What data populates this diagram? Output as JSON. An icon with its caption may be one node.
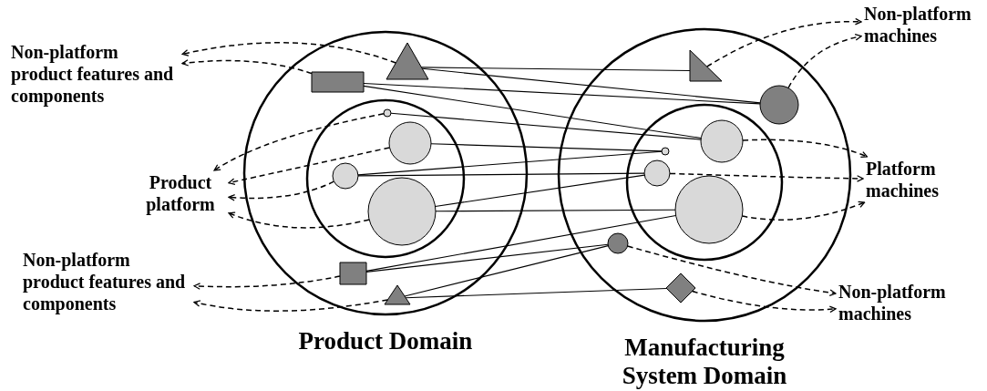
{
  "diagram": {
    "nodes": [
      {
        "text": [
          "Product Domain"
        ]
      },
      {
        "text": [],
        "shape": "circle",
        "in": 0
      },
      {
        "text": [],
        "shape": "triangle",
        "in": 0
      },
      {
        "text": [],
        "shape": "box",
        "in": 0
      },
      {
        "text": [],
        "shape": "circle",
        "in": 1
      },
      {
        "text": [],
        "shape": "circle",
        "in": 1
      },
      {
        "text": [],
        "shape": "circle",
        "in": 1
      },
      {
        "text": [],
        "shape": "circle",
        "in": 1
      },
      {
        "text": [],
        "shape": "box",
        "in": 0
      },
      {
        "text": [],
        "shape": "triangle",
        "in": 0
      },
      {
        "text": [
          "Manufacturing System Domain"
        ]
      },
      {
        "text": [],
        "shape": "circle",
        "in": 10
      },
      {
        "text": [],
        "shape": "triangle",
        "in": 10
      },
      {
        "text": [],
        "shape": "circle",
        "in": 10
      },
      {
        "text": [],
        "shape": "circle",
        "in": 11
      },
      {
        "text": [],
        "shape": "circle",
        "in": 11
      },
      {
        "text": [],
        "shape": "circle",
        "in": 11
      },
      {
        "text": [],
        "shape": "circle",
        "in": 11
      },
      {
        "text": [],
        "shape": "circle",
        "in": 10
      },
      {
        "text": [],
        "shape": "diamond",
        "in": 10
      },
      {
        "text": [
          "Non-platform product features and components"
        ]
      },
      {
        "text": [
          "Product platform"
        ]
      },
      {
        "text": [
          "Non-platform product features and components"
        ]
      },
      {
        "text": [
          "Non-platform machines"
        ]
      },
      {
        "text": [
          "Platform machines"
        ]
      },
      {
        "text": [
          "Non-platform machines"
        ]
      }
    ],
    "edges": [
      {
        "from": 2,
        "to": 12,
        "arrow": "none"
      },
      {
        "from": 2,
        "to": 13,
        "arrow": "none"
      },
      {
        "from": 3,
        "to": 13,
        "arrow": "none"
      },
      {
        "from": 3,
        "to": 14,
        "arrow": "none"
      },
      {
        "from": 4,
        "to": 14,
        "arrow": "none"
      },
      {
        "from": 5,
        "to": 15,
        "arrow": "none"
      },
      {
        "from": 6,
        "to": 15,
        "arrow": "none"
      },
      {
        "from": 6,
        "to": 16,
        "arrow": "none"
      },
      {
        "from": 7,
        "to": 16,
        "arrow": "none"
      },
      {
        "from": 7,
        "to": 17,
        "arrow": "none"
      },
      {
        "from": 8,
        "to": 17,
        "arrow": "none"
      },
      {
        "from": 8,
        "to": 18,
        "arrow": "none"
      },
      {
        "from": 9,
        "to": 18,
        "arrow": "none"
      },
      {
        "from": 9,
        "to": 19,
        "arrow": "none"
      },
      {
        "from": 2,
        "to": 20,
        "arrow": "to",
        "style": "dashed"
      },
      {
        "from": 3,
        "to": 20,
        "arrow": "to",
        "style": "dashed"
      },
      {
        "from": 4,
        "to": 21,
        "arrow": "to",
        "style": "dashed"
      },
      {
        "from": 5,
        "to": 21,
        "arrow": "to",
        "style": "dashed"
      },
      {
        "from": 6,
        "to": 21,
        "arrow": "to",
        "style": "dashed"
      },
      {
        "from": 7,
        "to": 21,
        "arrow": "to",
        "style": "dashed"
      },
      {
        "from": 8,
        "to": 22,
        "arrow": "to",
        "style": "dashed"
      },
      {
        "from": 9,
        "to": 22,
        "arrow": "to",
        "style": "dashed"
      },
      {
        "from": 12,
        "to": 23,
        "arrow": "to",
        "style": "dashed"
      },
      {
        "from": 13,
        "to": 23,
        "arrow": "to",
        "style": "dashed"
      },
      {
        "from": 14,
        "to": 24,
        "arrow": "to",
        "style": "dashed"
      },
      {
        "from": 16,
        "to": 24,
        "arrow": "to",
        "style": "dashed"
      },
      {
        "from": 17,
        "to": 24,
        "arrow": "to",
        "style": "dashed"
      },
      {
        "from": 18,
        "to": 25,
        "arrow": "to",
        "style": "dashed"
      },
      {
        "from": 19,
        "to": 25,
        "arrow": "to",
        "style": "dashed"
      }
    ]
  }
}
